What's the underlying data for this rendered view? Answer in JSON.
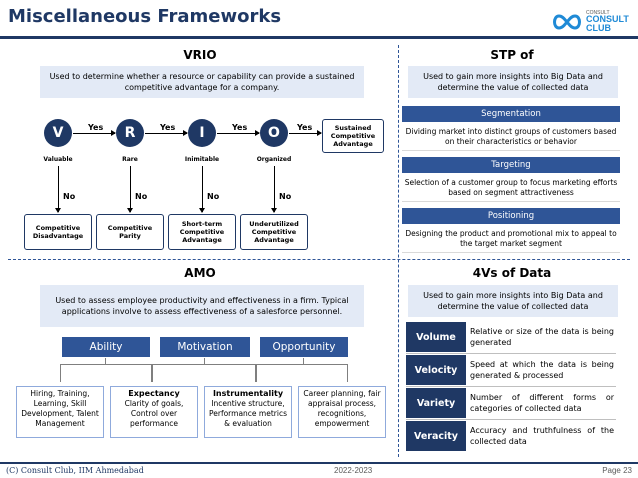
{
  "page": {
    "title": "Miscellaneous Frameworks",
    "logo": {
      "small": "CONSULT",
      "line1": "CONSULT",
      "line2": "CLUB"
    }
  },
  "vrio": {
    "heading": "VRIO",
    "description": "Used to determine whether a resource or capability can provide a sustained competitive advantage for a company.",
    "steps": [
      {
        "letter": "V",
        "label": "Valuable",
        "no_outcome": "Competitive Disadvantage"
      },
      {
        "letter": "R",
        "label": "Rare",
        "no_outcome": "Competitive Parity"
      },
      {
        "letter": "I",
        "label": "Inimitable",
        "no_outcome": "Short-term Competitive Advantage"
      },
      {
        "letter": "O",
        "label": "Organized",
        "no_outcome": "Underutilized Competitive Advantage"
      }
    ],
    "yes_label": "Yes",
    "no_label": "No",
    "final_outcome": "Sustained Competitive Advantage"
  },
  "stp": {
    "heading": "STP of",
    "description": "Used to gain more insights into Big Data and determine the value of collected data",
    "items": [
      {
        "title": "Segmentation",
        "text": "Dividing market into distinct groups of customers based on their characteristics or behavior"
      },
      {
        "title": "Targeting",
        "text": "Selection of a customer group to focus marketing efforts based on segment attractiveness"
      },
      {
        "title": "Positioning",
        "text": "Designing the product and promotional mix to appeal to the target market segment"
      }
    ]
  },
  "amo": {
    "heading": "AMO",
    "description": "Used to assess employee productivity and effectiveness in a firm. Typical applications involve to assess effectiveness of a salesforce personnel.",
    "bars": [
      "Ability",
      "Motivation",
      "Opportunity"
    ],
    "boxes": [
      {
        "title": "",
        "text": "Hiring, Training, Learning, Skill Development, Talent Management"
      },
      {
        "title": "Expectancy",
        "text": "Clarity of goals, Control over performance"
      },
      {
        "title": "Instrumentality",
        "text": "Incentive structure, Performance metrics & evaluation"
      },
      {
        "title": "",
        "text": "Career planning, fair appraisal process, recognitions, empowerment"
      }
    ]
  },
  "vs": {
    "heading": "4Vs of Data",
    "description": "Used to gain more insights into Big Data and determine the value of collected data",
    "rows": [
      {
        "label": "Volume",
        "text": "Relative or size of the data is being generated"
      },
      {
        "label": "Velocity",
        "text": "Speed at which the data is being generated & processed"
      },
      {
        "label": "Variety",
        "text": "Number of different forms or categories of collected data"
      },
      {
        "label": "Veracity",
        "text": "Accuracy and truthfulness of the collected data"
      }
    ]
  },
  "footer": {
    "left": "(C) Consult Club, IIM Ahmedabad",
    "center": "2022-2023",
    "right": "Page 23"
  }
}
